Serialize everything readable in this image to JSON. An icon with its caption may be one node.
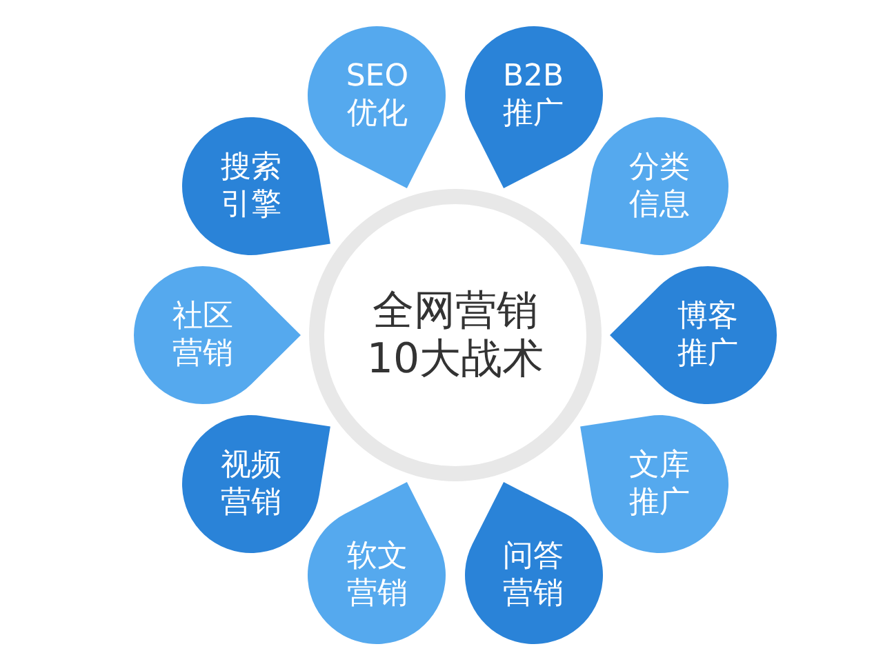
{
  "diagram": {
    "nodes": [
      {
        "text": [
          "全网营销10大战术"
        ]
      },
      {
        "text": [
          "SEO优化"
        ]
      },
      {
        "text": [
          "B2B推广"
        ]
      },
      {
        "text": [
          "分类信息"
        ]
      },
      {
        "text": [
          "博客推广"
        ]
      },
      {
        "text": [
          "文库推广"
        ]
      },
      {
        "text": [
          "问答营销"
        ]
      },
      {
        "text": [
          "软文营销"
        ]
      },
      {
        "text": [
          "视频营销"
        ]
      },
      {
        "text": [
          "社区营销"
        ]
      },
      {
        "text": [
          "搜索引擎"
        ]
      }
    ]
  }
}
